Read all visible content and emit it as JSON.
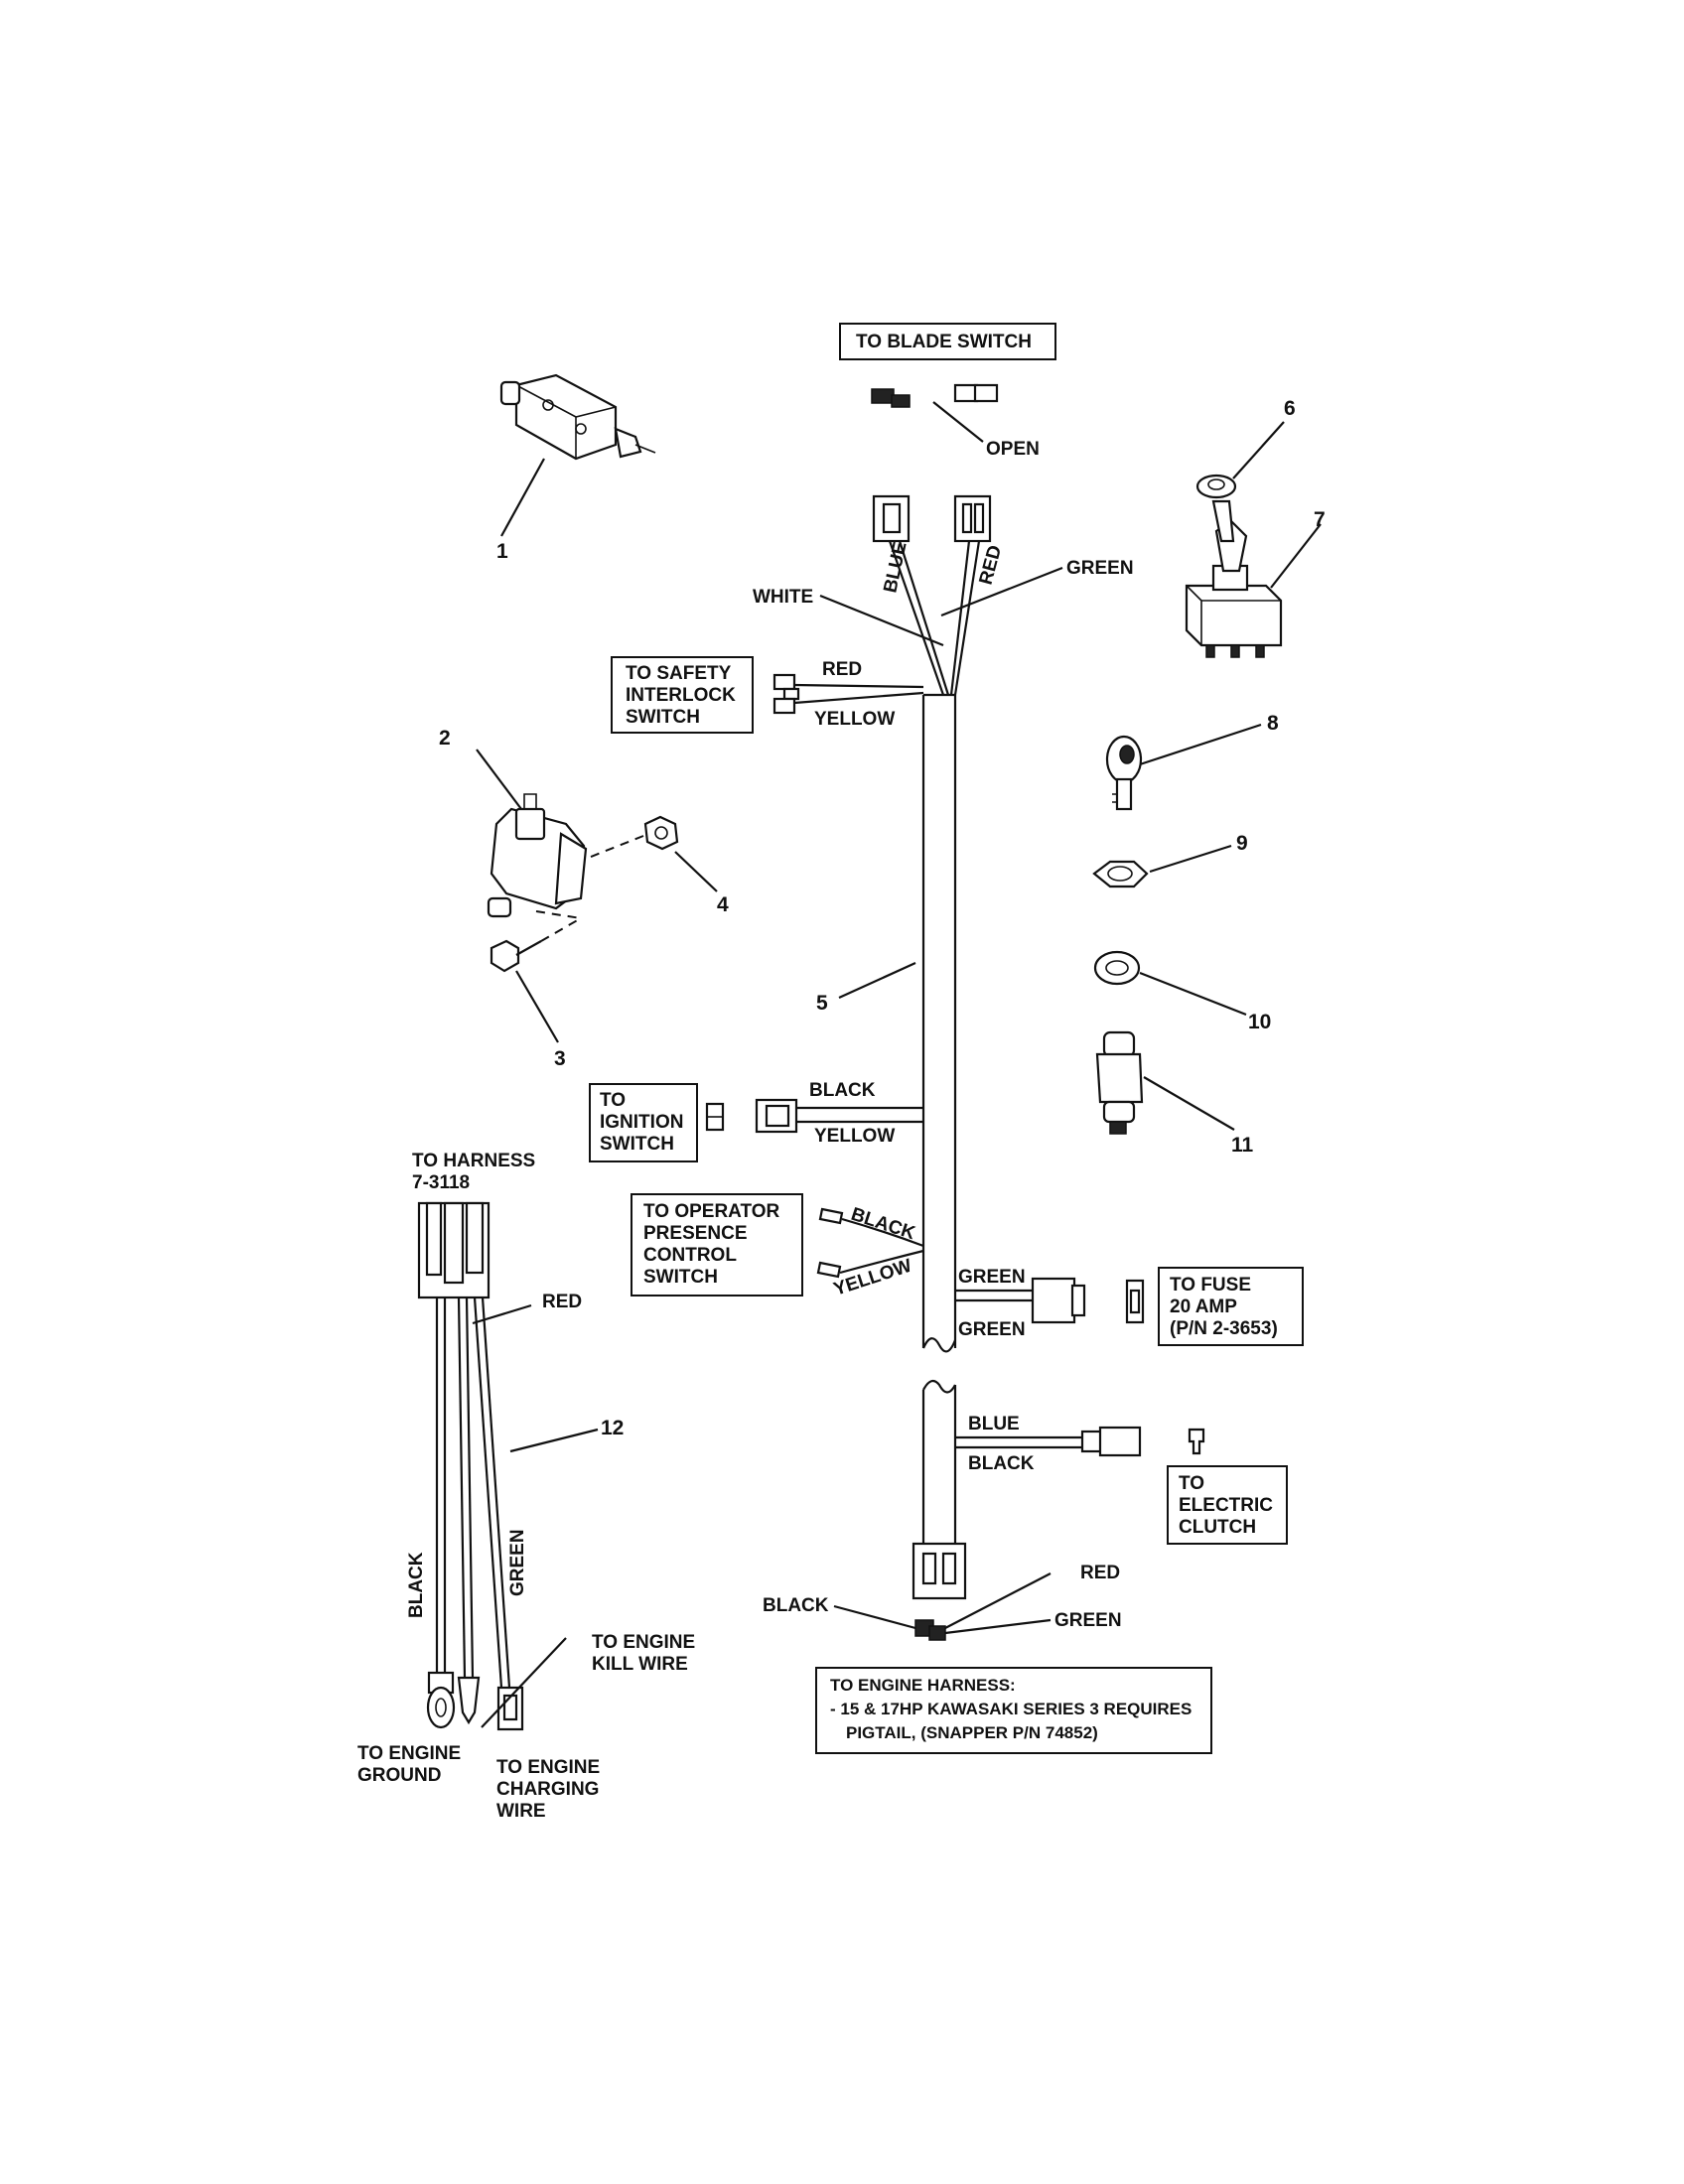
{
  "labels": {
    "blade_switch": "TO BLADE SWITCH",
    "open": "OPEN",
    "blue": "BLUE",
    "red": "RED",
    "white": "WHITE",
    "green": "GREEN",
    "safety_line1": "TO SAFETY",
    "safety_line2": "INTERLOCK",
    "safety_line3": "SWITCH",
    "safety_red": "RED",
    "safety_yellow": "YELLOW",
    "ign_line1": "TO",
    "ign_line2": "IGNITION",
    "ign_line3": "SWITCH",
    "ign_black": "BLACK",
    "ign_yellow": "YELLOW",
    "harness_line1": "TO HARNESS",
    "harness_line2": "7-3118",
    "op_line1": "TO OPERATOR",
    "op_line2": "PRESENCE",
    "op_line3": "CONTROL",
    "op_line4": "SWITCH",
    "op_black": "BLACK",
    "op_yellow": "YELLOW",
    "fuse_green1": "GREEN",
    "fuse_green2": "GREEN",
    "fuse_line1": "TO FUSE",
    "fuse_line2": "20 AMP",
    "fuse_line3": "(P/N 2-3653)",
    "pig_red": "RED",
    "pig_black": "BLACK",
    "pig_green": "GREEN",
    "kill_line1": "TO ENGINE",
    "kill_line2": "KILL WIRE",
    "ground_line1": "TO ENGINE",
    "ground_line2": "GROUND",
    "charge_line1": "TO ENGINE",
    "charge_line2": "CHARGING",
    "charge_line3": "WIRE",
    "clutch_blue": "BLUE",
    "clutch_black": "BLACK",
    "clutch_line1": "TO",
    "clutch_line2": "ELECTRIC",
    "clutch_line3": "CLUTCH",
    "eng_red": "RED",
    "eng_black": "BLACK",
    "eng_green": "GREEN",
    "eng_note1": "TO ENGINE HARNESS:",
    "eng_note2": "- 15 & 17HP KAWASAKI SERIES 3 REQUIRES",
    "eng_note3": "PIGTAIL, (SNAPPER P/N 74852)"
  },
  "callouts": [
    "1",
    "2",
    "3",
    "4",
    "5",
    "6",
    "7",
    "8",
    "9",
    "10",
    "11",
    "12"
  ]
}
